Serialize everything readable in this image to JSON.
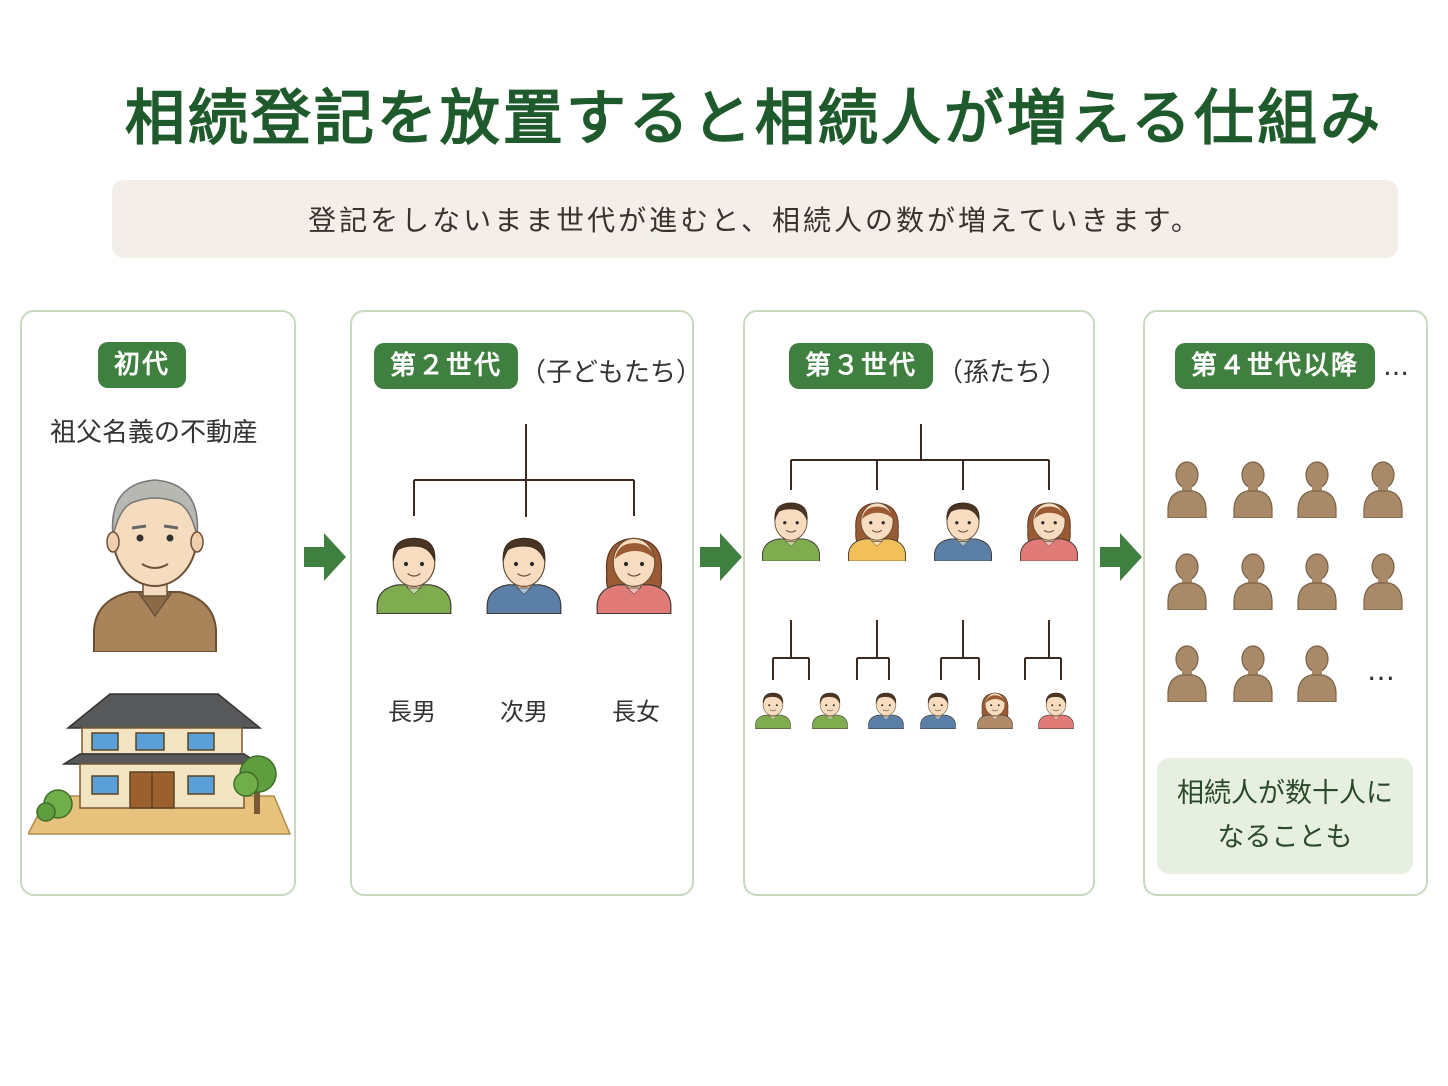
{
  "title": "相続登記を放置すると相続人が増える仕組み",
  "subtitle": "登記をしないまま世代が進むと、相続人の数が増えていきます。",
  "generations": [
    {
      "badge": "初代",
      "note": "祖父名義の不動産"
    },
    {
      "badge": "第２世代",
      "note": "（子どもたち）",
      "members": [
        "長男",
        "次男",
        "長女"
      ]
    },
    {
      "badge": "第３世代",
      "note": "（孫たち）"
    },
    {
      "badge": "第４世代以降",
      "note": "…",
      "more": "…",
      "summary": "相続人が数十人になることも"
    }
  ],
  "colors": {
    "title": "#1f5a2c",
    "badge": "#3f7f3f",
    "arrow": "#3f7f3f",
    "panel_border": "#c9d8bf",
    "subtitle_bg": "#f3efe8",
    "summary_bg": "#e7efe1",
    "silhouette": "#a88a68"
  }
}
